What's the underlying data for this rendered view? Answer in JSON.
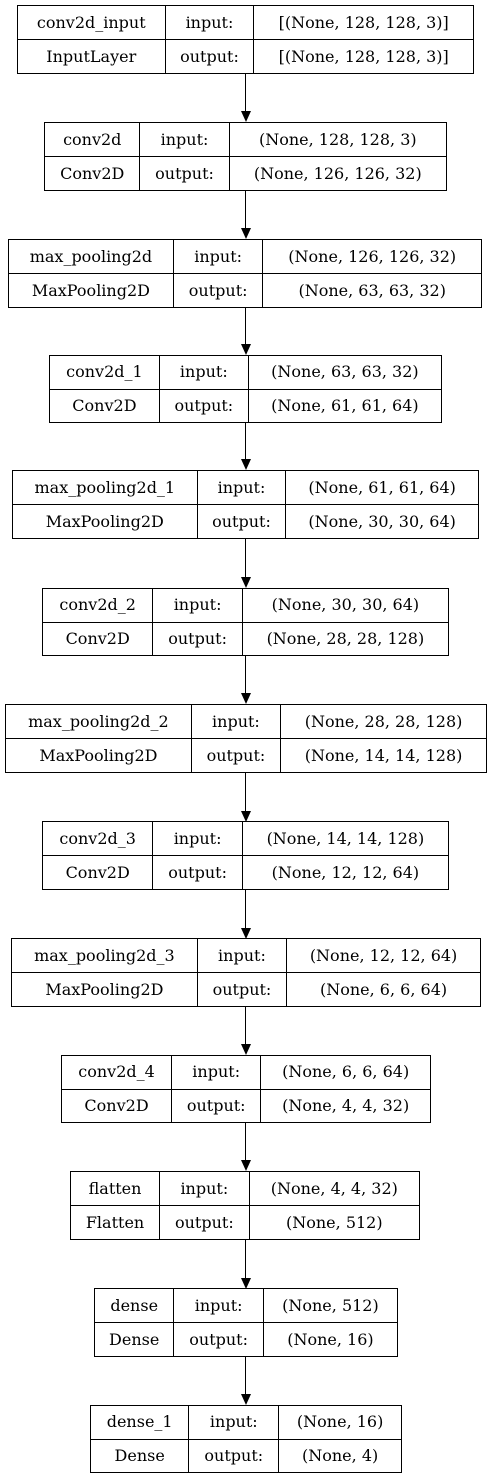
{
  "layers": [
    {
      "name": "conv2d_input",
      "type": "InputLayer",
      "in_label": "input:",
      "out_label": "output:",
      "input": "[(None, 128, 128, 3)]",
      "output": "[(None, 128, 128, 3)]"
    },
    {
      "name": "conv2d",
      "type": "Conv2D",
      "in_label": "input:",
      "out_label": "output:",
      "input": "(None, 128, 128, 3)",
      "output": "(None, 126, 126, 32)"
    },
    {
      "name": "max_pooling2d",
      "type": "MaxPooling2D",
      "in_label": "input:",
      "out_label": "output:",
      "input": "(None, 126, 126, 32)",
      "output": "(None, 63, 63, 32)"
    },
    {
      "name": "conv2d_1",
      "type": "Conv2D",
      "in_label": "input:",
      "out_label": "output:",
      "input": "(None, 63, 63, 32)",
      "output": "(None, 61, 61, 64)"
    },
    {
      "name": "max_pooling2d_1",
      "type": "MaxPooling2D",
      "in_label": "input:",
      "out_label": "output:",
      "input": "(None, 61, 61, 64)",
      "output": "(None, 30, 30, 64)"
    },
    {
      "name": "conv2d_2",
      "type": "Conv2D",
      "in_label": "input:",
      "out_label": "output:",
      "input": "(None, 30, 30, 64)",
      "output": "(None, 28, 28, 128)"
    },
    {
      "name": "max_pooling2d_2",
      "type": "MaxPooling2D",
      "in_label": "input:",
      "out_label": "output:",
      "input": "(None, 28, 28, 128)",
      "output": "(None, 14, 14, 128)"
    },
    {
      "name": "conv2d_3",
      "type": "Conv2D",
      "in_label": "input:",
      "out_label": "output:",
      "input": "(None, 14, 14, 128)",
      "output": "(None, 12, 12, 64)"
    },
    {
      "name": "max_pooling2d_3",
      "type": "MaxPooling2D",
      "in_label": "input:",
      "out_label": "output:",
      "input": "(None, 12, 12, 64)",
      "output": "(None, 6, 6, 64)"
    },
    {
      "name": "conv2d_4",
      "type": "Conv2D",
      "in_label": "input:",
      "out_label": "output:",
      "input": "(None, 6, 6, 64)",
      "output": "(None, 4, 4, 32)"
    },
    {
      "name": "flatten",
      "type": "Flatten",
      "in_label": "input:",
      "out_label": "output:",
      "input": "(None, 4, 4, 32)",
      "output": "(None, 512)"
    },
    {
      "name": "dense",
      "type": "Dense",
      "in_label": "input:",
      "out_label": "output:",
      "input": "(None, 512)",
      "output": "(None, 16)"
    },
    {
      "name": "dense_1",
      "type": "Dense",
      "in_label": "input:",
      "out_label": "output:",
      "input": "(None, 16)",
      "output": "(None, 4)"
    }
  ]
}
